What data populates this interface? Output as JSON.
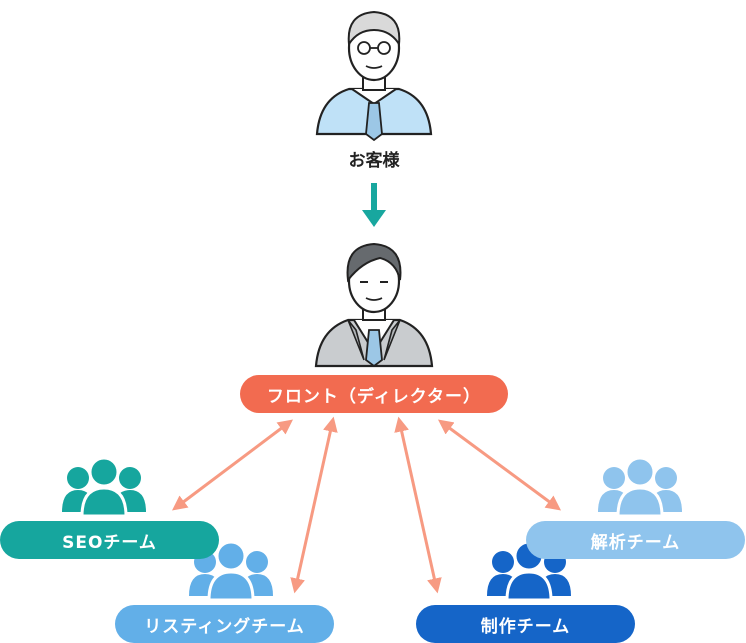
{
  "customer": {
    "label": "お客様"
  },
  "front": {
    "label": "フロント（ディレクター）",
    "color": "#f26b50"
  },
  "teams": [
    {
      "id": "seo",
      "label": "SEOチーム",
      "color": "#16a69e"
    },
    {
      "id": "listing",
      "label": "リスティングチーム",
      "color": "#62afe8"
    },
    {
      "id": "production",
      "label": "制作チーム",
      "color": "#1565c8"
    },
    {
      "id": "analysis",
      "label": "解析チーム",
      "color": "#8fc4ed"
    }
  ],
  "colors": {
    "down_arrow": "#18a79f",
    "link_arrow": "#f79a82",
    "shirt_blue": "#bfe1f7",
    "suit_gray": "#c9cccf"
  }
}
